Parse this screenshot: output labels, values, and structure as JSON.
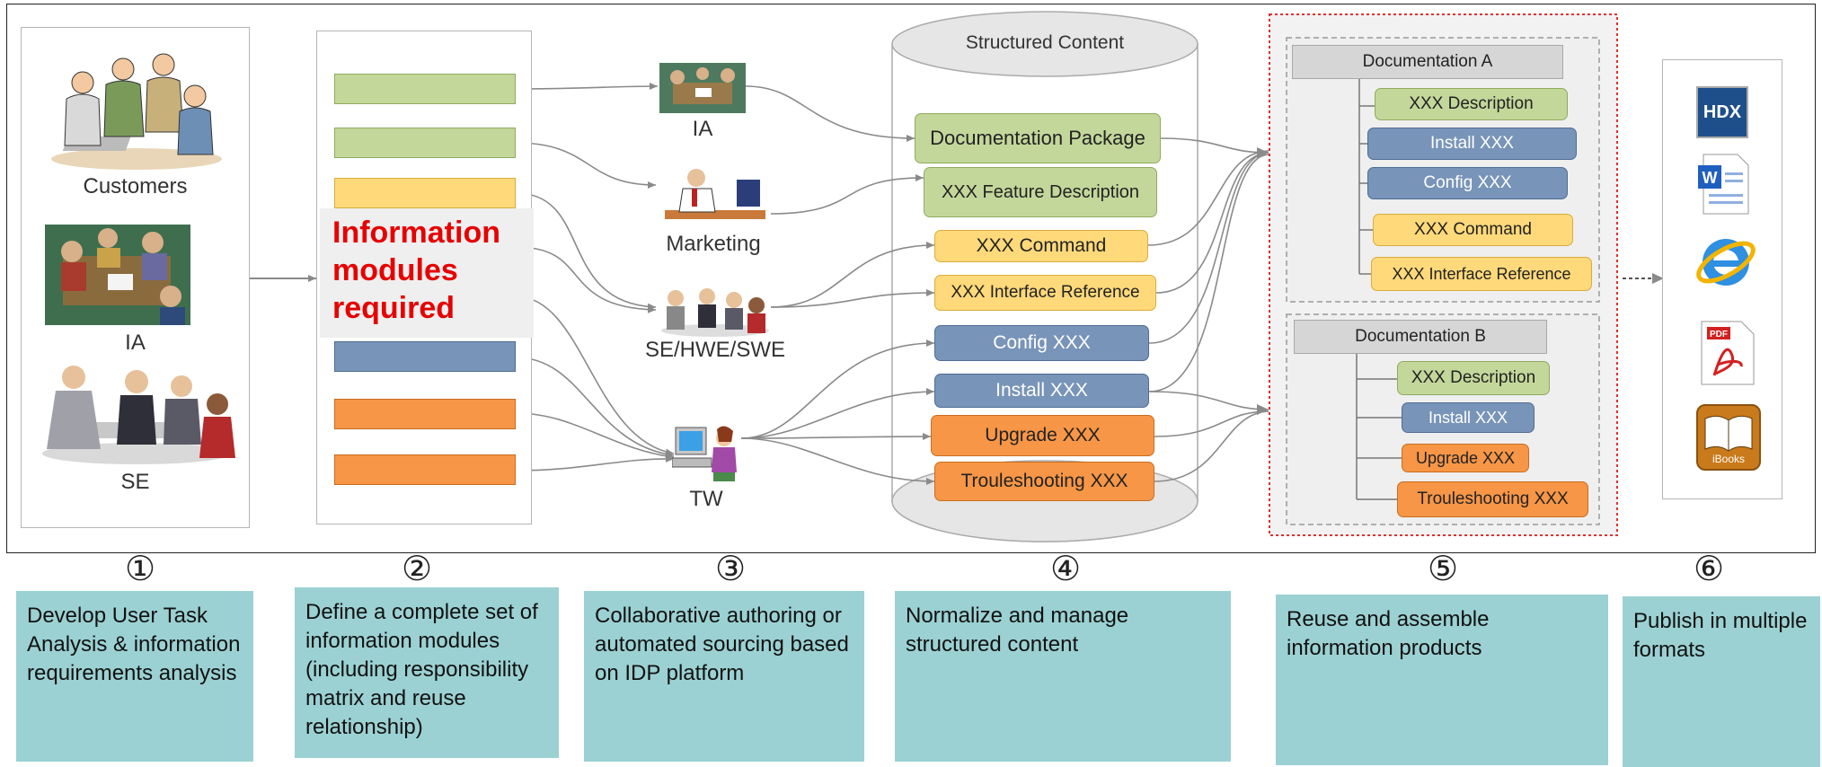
{
  "colors": {
    "green": "#c4d79b",
    "yellow": "#ffd97a",
    "blue": "#7894b8",
    "orange": "#f79646",
    "grey": "#d6d6d6",
    "teal": "#9bd1d3",
    "red_text": "#e60000"
  },
  "col1": {
    "customers": "Customers",
    "ia": "IA",
    "se": "SE"
  },
  "col2": {
    "info_label": "Information modules required"
  },
  "col3": {
    "ia": "IA",
    "marketing": "Marketing",
    "se_hwe_swe": "SE/HWE/SWE",
    "tw": "TW"
  },
  "col4": {
    "title": "Structured Content",
    "items": [
      "Documentation Package",
      "XXX Feature Description",
      "XXX Command",
      "XXX Interface Reference",
      "Config XXX",
      "Install XXX",
      "Upgrade XXX",
      "Trouleshooting XXX"
    ]
  },
  "col5": {
    "doc_a": {
      "title": "Documentation A",
      "items": [
        "XXX Description",
        "Install XXX",
        "Config XXX",
        "XXX Command",
        "XXX Interface Reference"
      ]
    },
    "doc_b": {
      "title": "Documentation B",
      "items": [
        "XXX Description",
        "Install XXX",
        "Upgrade XXX",
        "Trouleshooting XXX"
      ]
    }
  },
  "col6": {
    "icons": [
      "hdx-icon",
      "word-doc-icon",
      "internet-explorer-icon",
      "pdf-icon",
      "ibooks-icon"
    ],
    "hdx": "HDX",
    "pdf": "PDF",
    "ibooks": "iBooks"
  },
  "steps": {
    "numbers": [
      "①",
      "②",
      "③",
      "④",
      "⑤",
      "⑥"
    ],
    "descriptions": [
      "Develop User Task Analysis & information requirements analysis",
      "Define a complete set of information modules (including responsibility matrix and reuse relationship)",
      "Collaborative authoring or automated sourcing based on IDP platform",
      "Normalize and manage structured content",
      "Reuse and assemble information products",
      "Publish in multiple formats"
    ]
  }
}
